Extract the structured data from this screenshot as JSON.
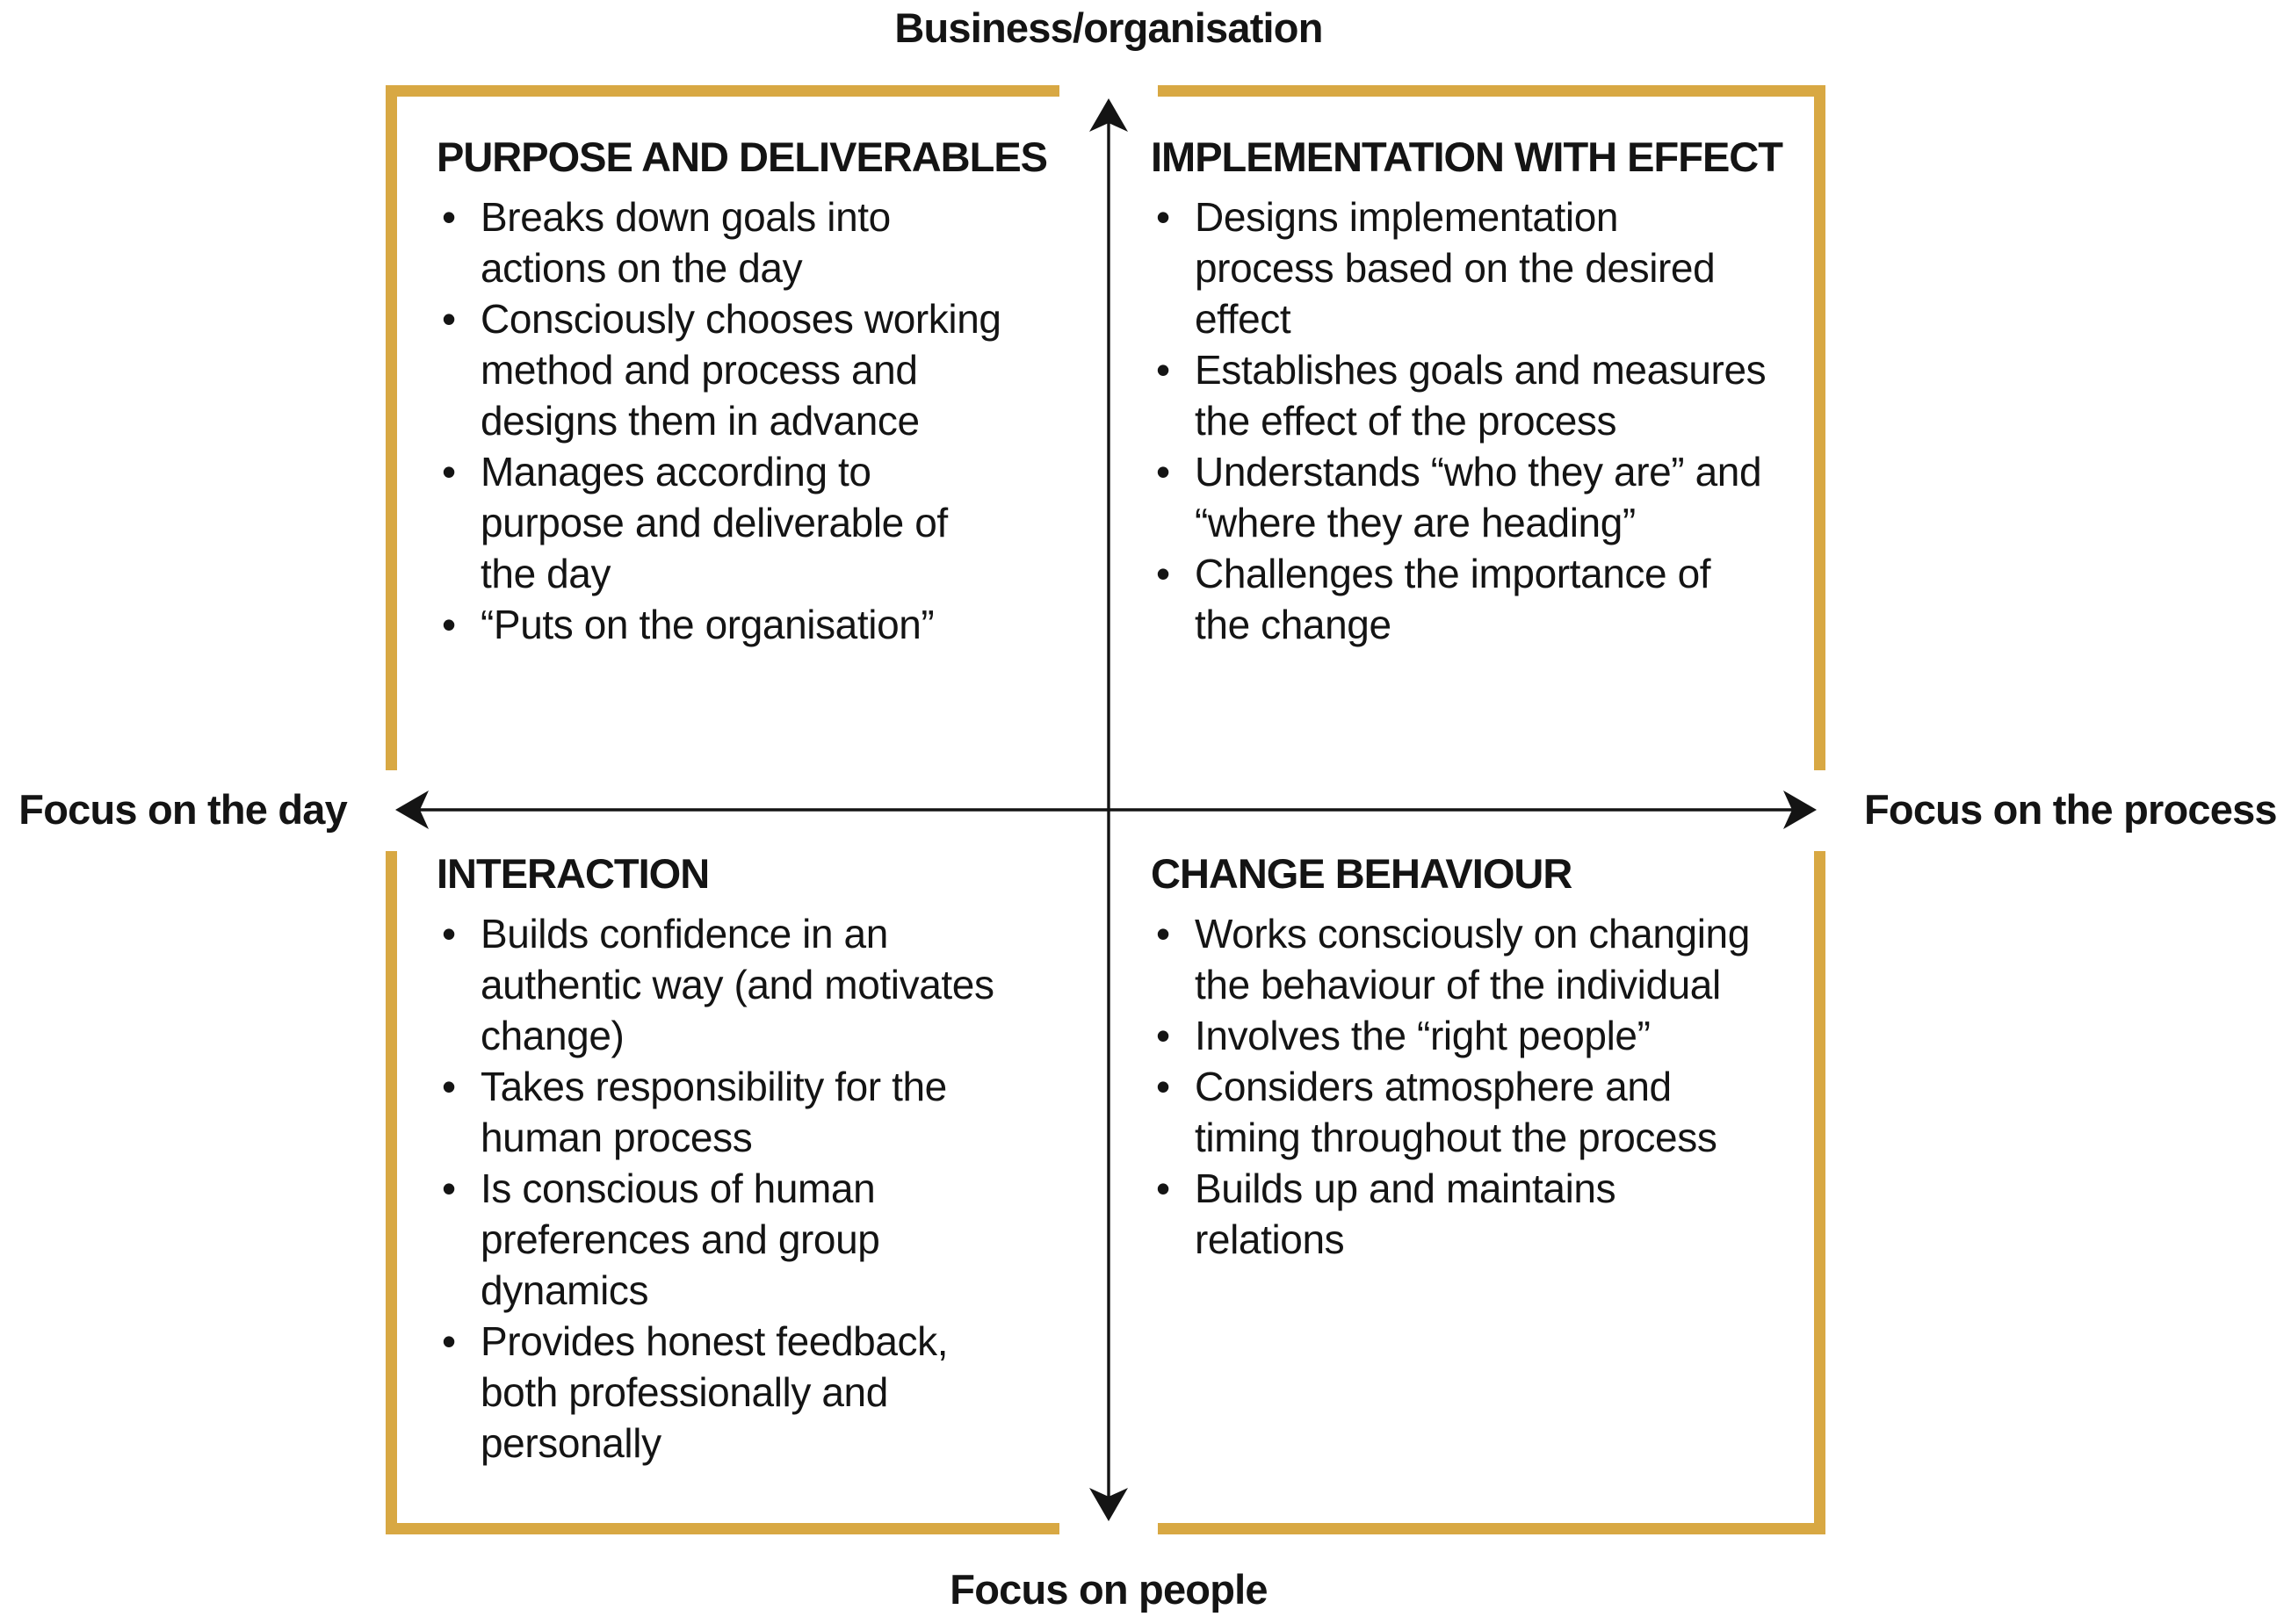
{
  "axes": {
    "top_label": "Business/organisation",
    "bottom_label": "Focus on people",
    "left_label": "Focus on the day",
    "right_label": "Focus on the process"
  },
  "quadrants": [
    {
      "position": "top-left",
      "title": "PURPOSE AND DELIVERABLES",
      "bullets": [
        [
          "Breaks down goals into",
          "actions on the day"
        ],
        [
          "Consciously chooses working",
          "method and process and",
          "designs them in advance"
        ],
        [
          "Manages according to",
          "purpose and deliverable of",
          "the day"
        ],
        [
          "“Puts on the organisation”"
        ]
      ]
    },
    {
      "position": "top-right",
      "title": "IMPLEMENTATION WITH EFFECT",
      "bullets": [
        [
          "Designs implementation",
          "process based on the desired",
          "effect"
        ],
        [
          "Establishes goals and measures",
          "the effect of the process"
        ],
        [
          "Understands “who they are” and",
          "“where they are heading”"
        ],
        [
          "Challenges the importance of",
          "the change"
        ]
      ]
    },
    {
      "position": "bottom-left",
      "title": "INTERACTION",
      "bullets": [
        [
          "Builds confidence in an",
          "authentic way (and motivates",
          "change)"
        ],
        [
          "Takes responsibility for the",
          "human process"
        ],
        [
          "Is conscious of human",
          "preferences and group",
          "dynamics"
        ],
        [
          "Provides honest feedback,",
          "both professionally and",
          "personally"
        ]
      ]
    },
    {
      "position": "bottom-right",
      "title": "CHANGE BEHAVIOUR",
      "bullets": [
        [
          "Works consciously on changing",
          "the behaviour of the individual"
        ],
        [
          "Involves the “right people”"
        ],
        [
          "Considers atmosphere and",
          "timing throughout the process"
        ],
        [
          "Builds up and maintains",
          "relations"
        ]
      ]
    }
  ],
  "colors": {
    "frame_gold": "#D8A843",
    "ink": "#141414",
    "background": "#FFFFFF"
  }
}
